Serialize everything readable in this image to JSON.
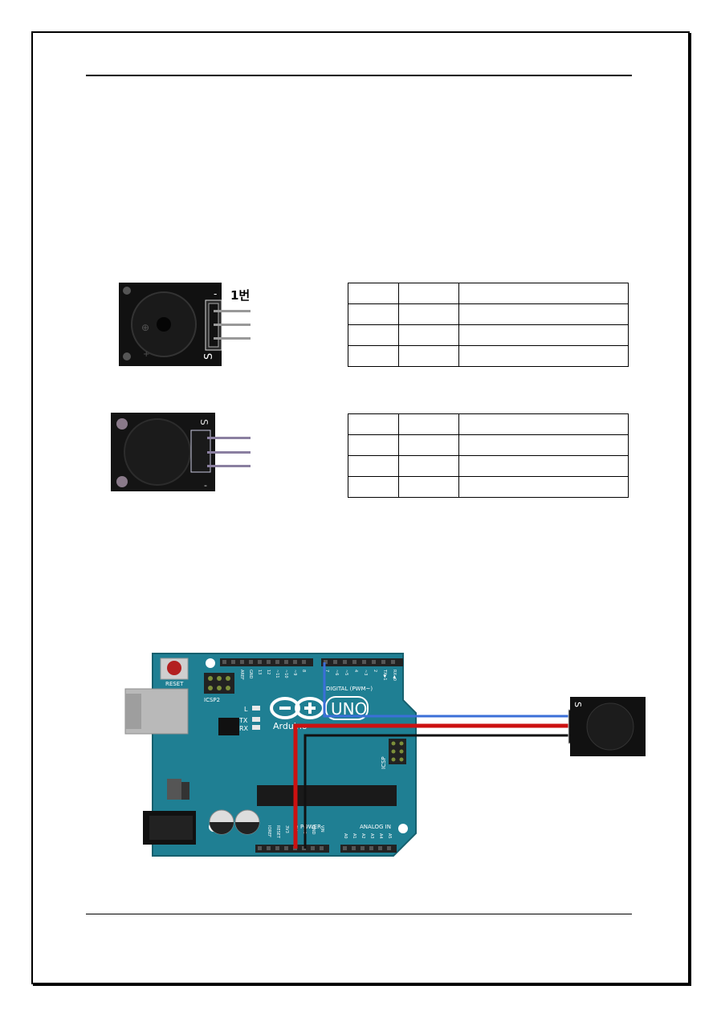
{
  "module1": {
    "pin_label": "1번",
    "marks": {
      "minus": "-",
      "s": "S",
      "plus": "+"
    }
  },
  "module2": {
    "marks": {
      "s": "S",
      "minus": "-"
    }
  },
  "table1": {
    "rows": [
      [
        "",
        "",
        ""
      ],
      [
        "",
        "",
        ""
      ],
      [
        "",
        "",
        ""
      ],
      [
        "",
        "",
        ""
      ]
    ]
  },
  "table2": {
    "rows": [
      [
        "",
        "",
        ""
      ],
      [
        "",
        "",
        ""
      ],
      [
        "",
        "",
        ""
      ],
      [
        "",
        "",
        ""
      ]
    ]
  },
  "arduino": {
    "reset_label": "RESET",
    "icsp2_label": "ICSP2",
    "l_label": "L",
    "tx_label": "TX",
    "rx_label": "RX",
    "uno_label": "UNO",
    "brand_label": "Arduino",
    "digital_label": "DIGITAL (PWM~)",
    "icsp_label": "ICSP",
    "power_label": "POWER",
    "analog_label": "ANALOG IN",
    "top_pins": [
      "AREF",
      "GND",
      "13",
      "12",
      "~11",
      "~10",
      "~9",
      "8"
    ],
    "top_pins_right": [
      "7",
      "~6",
      "~5",
      "4",
      "~3",
      "2",
      "TX▶1",
      "RX◀0"
    ],
    "power_pins": [
      "IOREF",
      "RESET",
      "3V3",
      "5V",
      "GND",
      "GND",
      "VIN"
    ],
    "analog_pins": [
      "A0",
      "A1",
      "A2",
      "A3",
      "A4",
      "A5"
    ]
  },
  "colors": {
    "board": "#1f7f93",
    "wire_signal": "#3b6fd8",
    "wire_vcc": "#cc1111",
    "wire_gnd": "#111111"
  }
}
